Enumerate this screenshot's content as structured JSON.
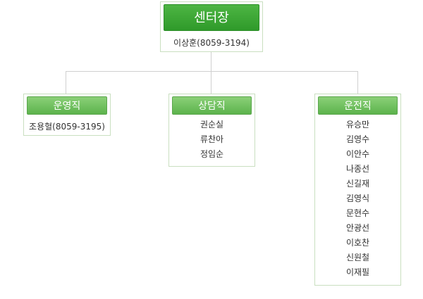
{
  "head": {
    "title": "센터장",
    "name": "이상훈(8059-3194)"
  },
  "departments": [
    {
      "title": "운영직",
      "members": [
        "조용혈(8059-3195)"
      ]
    },
    {
      "title": "상담직",
      "members": [
        "권순실",
        "류찬아",
        "정임순"
      ]
    },
    {
      "title": "운전직",
      "members": [
        "유승만",
        "김영수",
        "이안수",
        "나종선",
        "신길재",
        "김영식",
        "문현수",
        "안광선",
        "이호찬",
        "신원철",
        "이재필"
      ]
    }
  ],
  "colors": {
    "head_green": "#3aa634",
    "dept_green": "#6dbf5b",
    "border": "#c9dfc0",
    "connector": "#d0d0d0"
  }
}
